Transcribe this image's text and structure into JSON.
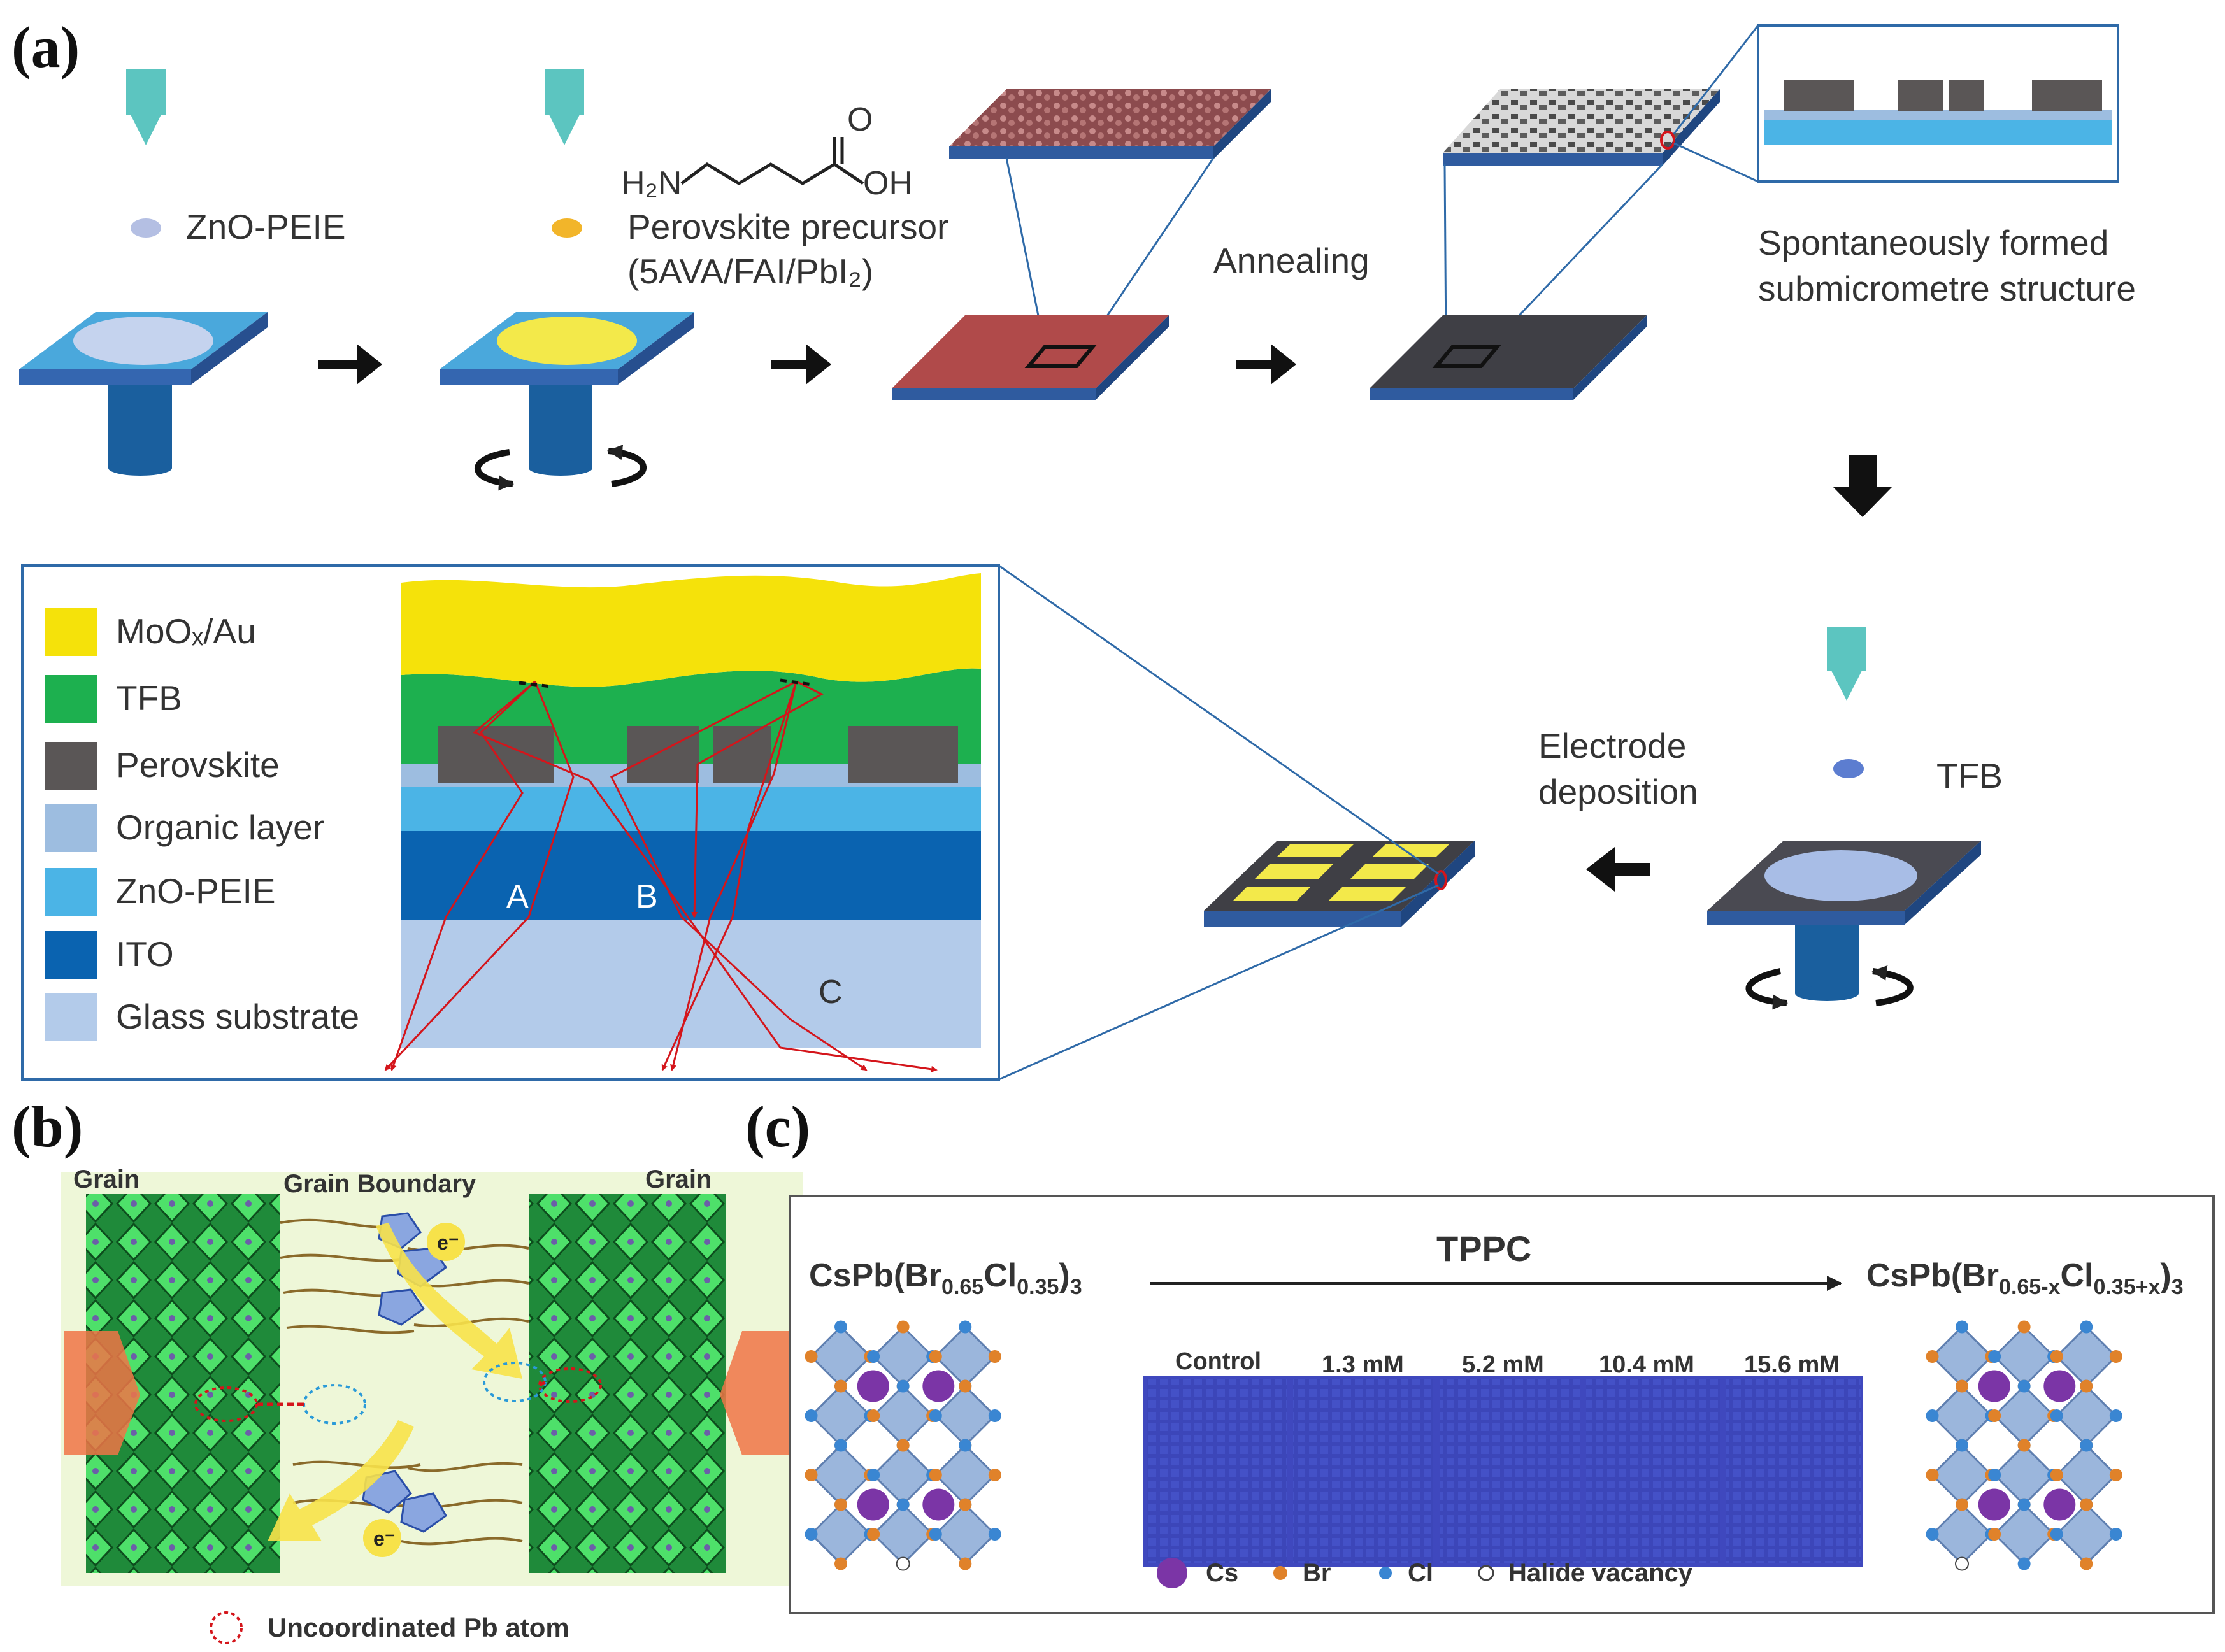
{
  "panel_a": {
    "label": "(a)",
    "step1_material": "ZnO-PEIE",
    "step2_material": "Perovskite precursor",
    "step2_composition": "(5AVA/FAI/PbI₂)",
    "molecule_amine": "H₂N",
    "molecule_carbonyl": "O",
    "molecule_hydroxyl": "OH",
    "annealing": "Annealing",
    "structure_caption_line1": "Spontaneously formed",
    "structure_caption_line2": "submicrometre structure",
    "step5_material": "TFB",
    "electrode_line1": "Electrode",
    "electrode_line2": "deposition",
    "legend": [
      {
        "label": "MoOₓ/Au",
        "color": "#f5e20a"
      },
      {
        "label": "TFB",
        "color": "#1db04f"
      },
      {
        "label": "Perovskite",
        "color": "#5a5656"
      },
      {
        "label": "Organic layer",
        "color": "#9dbde0"
      },
      {
        "label": "ZnO-PEIE",
        "color": "#4bb4e6"
      },
      {
        "label": "ITO",
        "color": "#0a63b0"
      },
      {
        "label": "Glass substrate",
        "color": "#b3cbea"
      }
    ],
    "ray_A": "A",
    "ray_B": "B",
    "ray_C": "C"
  },
  "panel_b": {
    "label": "(b)",
    "grain_left": "Grain",
    "grain_boundary": "Grain Boundary",
    "grain_right": "Grain",
    "electron_top": "e⁻",
    "electron_bottom": "e⁻",
    "note": "Uncoordinated Pb atom"
  },
  "panel_c": {
    "label": "(c)",
    "formula_left_main": "CsPb(Br",
    "formula_left_br_sub": "0.65",
    "formula_left_cl": "Cl",
    "formula_left_cl_sub": "0.35",
    "formula_left_close": ")",
    "formula_left_tail": "3",
    "arrow_label": "TPPC",
    "formula_right_main": "CsPb(Br",
    "formula_right_br_sub": "0.65-x",
    "formula_right_cl": "Cl",
    "formula_right_cl_sub": "0.35+x",
    "formula_right_close": ")",
    "formula_right_tail": "3",
    "samples": [
      "Control",
      "1.3 mM",
      "5.2 mM",
      "10.4 mM",
      "15.6 mM"
    ],
    "legend": [
      {
        "label": "Cs",
        "color": "#7b35a6"
      },
      {
        "label": "Br",
        "color": "#e0822a"
      },
      {
        "label": "Cl",
        "color": "#3a86d2"
      },
      {
        "label": "Halide vacancy",
        "color": "#ffffff"
      }
    ]
  }
}
